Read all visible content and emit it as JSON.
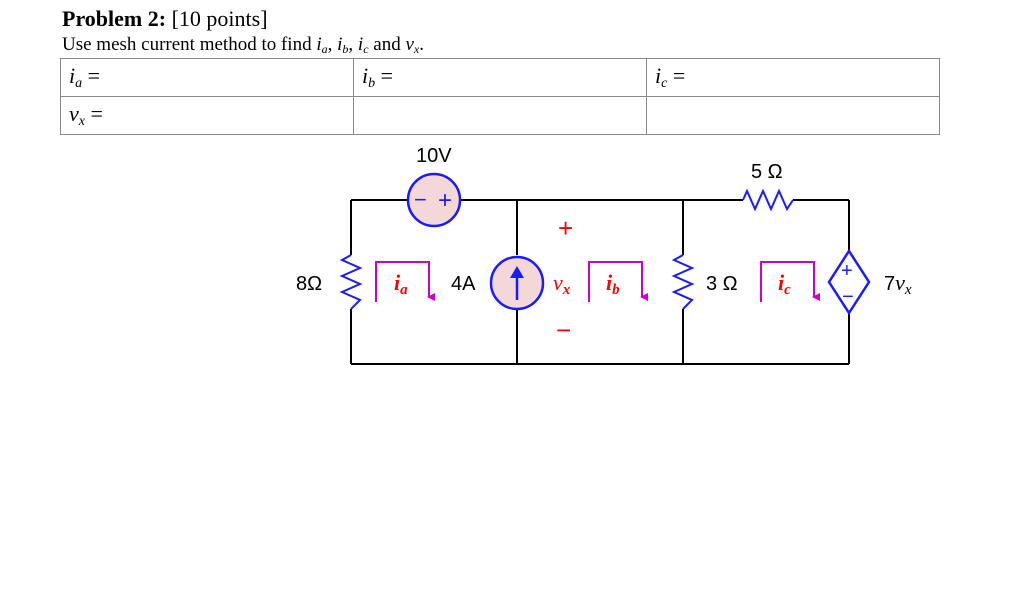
{
  "header": {
    "problem_label": "Problem 2:",
    "points": "[10 points]",
    "instruction_prefix": "Use mesh current method to find",
    "and_word": "and"
  },
  "answer_table": {
    "row1": [
      {
        "var": "i",
        "sub": "a",
        "eq": " ="
      },
      {
        "var": "i",
        "sub": "b",
        "eq": " ="
      },
      {
        "var": "i",
        "sub": "c",
        "eq": " ="
      }
    ],
    "row2": [
      {
        "var": "v",
        "sub": "x",
        "eq": " ="
      }
    ]
  },
  "circuit": {
    "voltage_source": {
      "value": "10V",
      "minus": "−",
      "plus": "+"
    },
    "current_source": {
      "value": "4A"
    },
    "resistor_left": {
      "value": "8Ω"
    },
    "resistor_middle": {
      "value": "3 Ω"
    },
    "resistor_top": {
      "value": "5 Ω"
    },
    "dependent_source": {
      "label_coeff": "7",
      "label_var": "v",
      "label_sub": "x",
      "plus": "+",
      "minus": "−"
    },
    "vx_label": {
      "var": "v",
      "sub": "x",
      "plus": "+",
      "minus": "−"
    },
    "mesh_labels": [
      {
        "var": "i",
        "sub": "a"
      },
      {
        "var": "i",
        "sub": "b"
      },
      {
        "var": "i",
        "sub": "c"
      }
    ],
    "colors": {
      "wire": "#000000",
      "component": "#1a1aff",
      "source_fill": "#f4d8d8",
      "mesh": "#cc00cc",
      "red": "#ff0000"
    }
  }
}
